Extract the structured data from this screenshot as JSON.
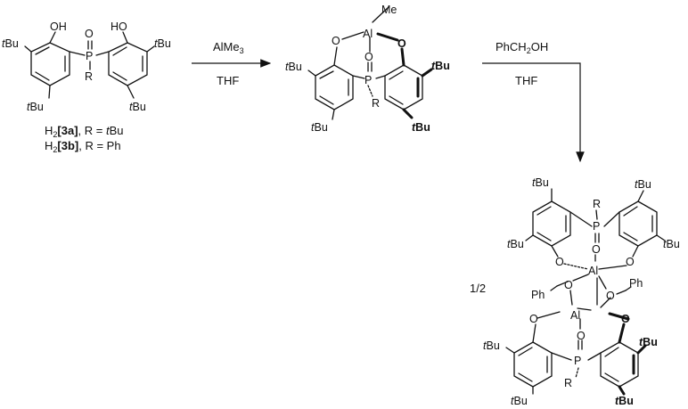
{
  "compounds": {
    "ligand": {
      "caption_a_prefix": "H",
      "caption_a_sub": "2",
      "caption_a_id": "[3a]",
      "caption_a_rest": ", R = ",
      "caption_a_value": "tBu",
      "caption_b_prefix": "H",
      "caption_b_sub": "2",
      "caption_b_id": "[3b]",
      "caption_b_rest": ", R = Ph"
    },
    "complex": {
      "methyl_label": "Me"
    },
    "dimer": {
      "ratio_label": "1/2"
    }
  },
  "atoms": {
    "oh": "OH",
    "ho": "HO",
    "o": "O",
    "p": "P",
    "r": "R",
    "al": "Al",
    "tbu": "tBu",
    "ph": "Ph"
  },
  "reactions": [
    {
      "reagent_main": "AlMe",
      "reagent_sub": "3",
      "solvent": "THF"
    },
    {
      "reagent_prefix": "PhCH",
      "reagent_sub": "2",
      "reagent_suffix": "OH",
      "solvent": "THF"
    }
  ]
}
